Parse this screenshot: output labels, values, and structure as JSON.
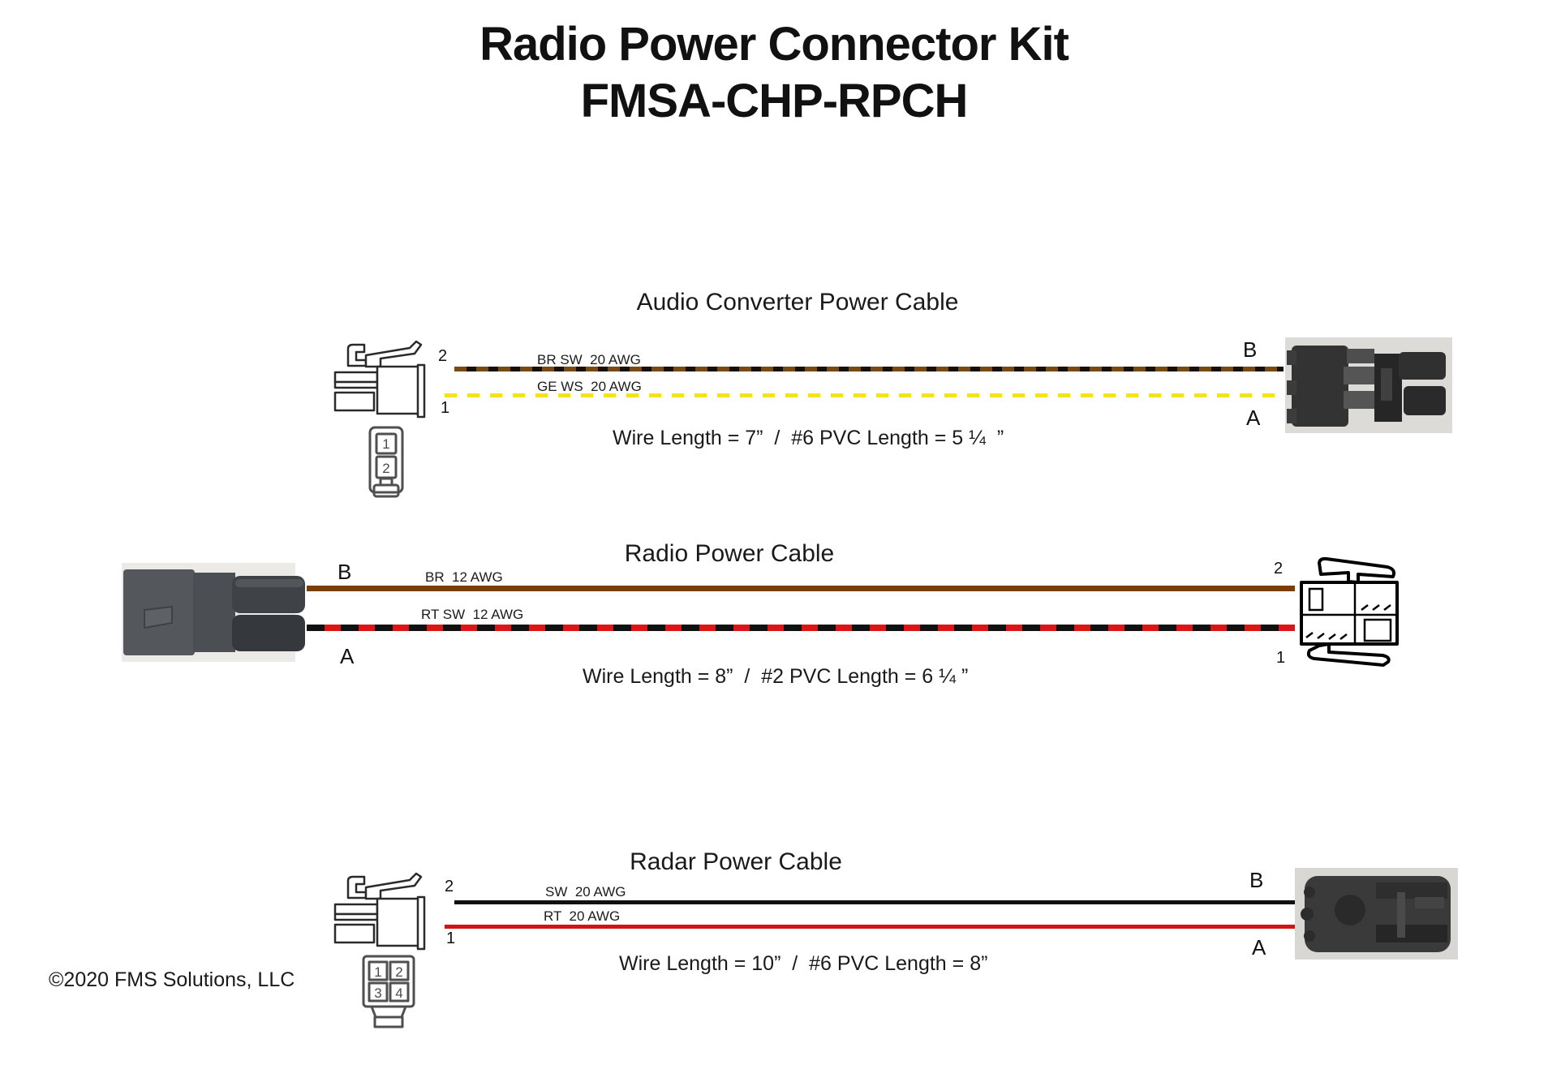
{
  "page_title": {
    "line1": "Radio Power Connector Kit",
    "line2": "FMSA-CHP-RPCH"
  },
  "copyright": "©2020 FMS Solutions, LLC",
  "colors": {
    "wire_brown": "#7a4a14",
    "wire_yellow": "#f2e320",
    "wire_red": "#d31414",
    "wire_black": "#111111"
  },
  "cables": [
    {
      "name": "Audio Converter Power Cable",
      "left_terminals": [
        "2",
        "1"
      ],
      "right_terminals": [
        "B",
        "A"
      ],
      "wires": [
        {
          "label": "BR SW  20 AWG",
          "color_code": "brown-black-dashed"
        },
        {
          "label": "GE WS  20 AWG",
          "color_code": "yellow-dashed"
        }
      ],
      "length_note": "Wire Length = 7”  /  #6 PVC Length = 5 ¼  ”",
      "pin_face": [
        "1",
        "2"
      ]
    },
    {
      "name": "Radio Power Cable",
      "left_terminals": [
        "B",
        "A"
      ],
      "right_terminals": [
        "2",
        "1"
      ],
      "wires": [
        {
          "label": "BR  12 AWG",
          "color_code": "brown-solid"
        },
        {
          "label": "RT SW  12 AWG",
          "color_code": "black-red-dashed"
        }
      ],
      "length_note": "Wire Length = 8”  /  #2 PVC Length = 6 ¼ ”"
    },
    {
      "name": "Radar Power Cable",
      "left_terminals": [
        "2",
        "1"
      ],
      "right_terminals": [
        "B",
        "A"
      ],
      "wires": [
        {
          "label": "SW  20 AWG",
          "color_code": "black-solid"
        },
        {
          "label": "RT  20 AWG",
          "color_code": "red-solid"
        }
      ],
      "length_note": "Wire Length = 10”  /  #6 PVC Length = 8”",
      "pin_face": [
        "1",
        "2",
        "3",
        "4"
      ]
    }
  ]
}
